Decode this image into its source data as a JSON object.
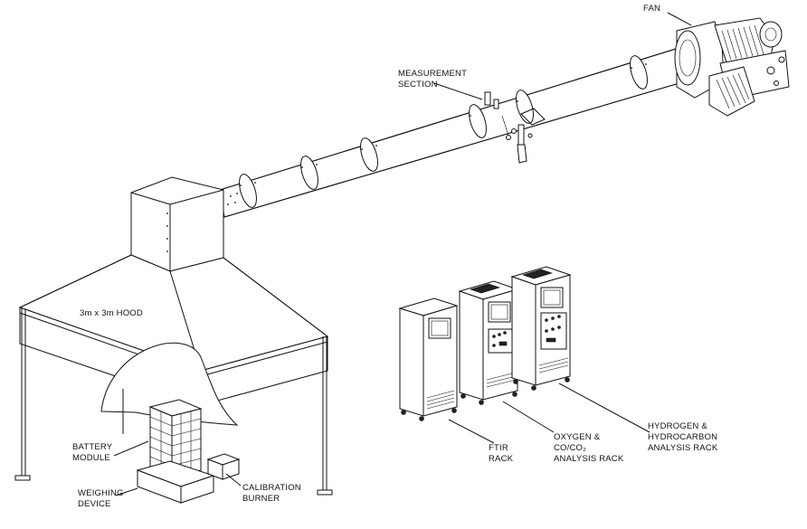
{
  "labels": {
    "fan": "FAN",
    "measurement_section": "MEASUREMENT\nSECTION",
    "hood": "3m x 3m HOOD",
    "battery_module": "BATTERY\nMODULE",
    "weighing_device": "WEIGHING\nDEVICE",
    "calibration_burner": "CALIBRATION\nBURNER",
    "ftir_rack": "FTIR\nRACK",
    "oxygen_rack": "OXYGEN &\nCO/CO₂\nANALYSIS RACK",
    "hydrocarbon_rack": "HYDROGEN &\nHYDROCARBON\nANALYSIS RACK"
  }
}
